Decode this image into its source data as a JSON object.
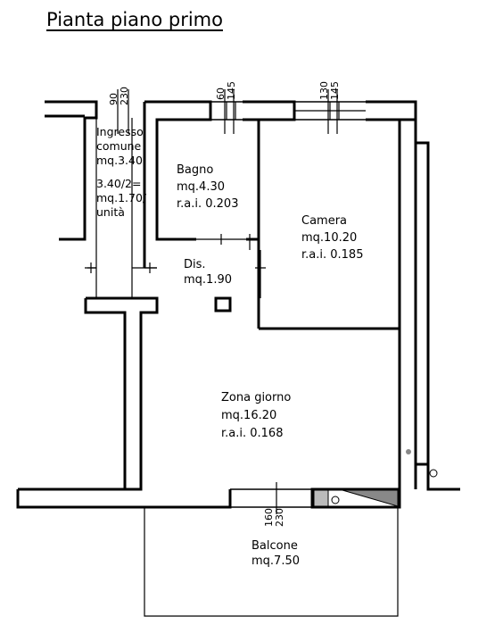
{
  "title": "Pianta piano primo",
  "rooms": {
    "ingresso": {
      "lines": [
        "Ingresso",
        "comune",
        "mq.3.40",
        "3.40/2=",
        "mq.1.70/",
        "unità"
      ]
    },
    "bagno": {
      "name": "Bagno",
      "area": "mq.4.30",
      "rai": "r.a.i. 0.203"
    },
    "camera": {
      "name": "Camera",
      "area": "mq.10.20",
      "rai": "r.a.i. 0.185"
    },
    "dis": {
      "name": "Dis.",
      "area": "mq.1.90"
    },
    "zona_giorno": {
      "name": "Zona giorno",
      "area": "mq.16.20",
      "rai": "r.a.i. 0.168"
    },
    "balcone": {
      "name": "Balcone",
      "area": "mq.7.50"
    }
  },
  "dimensions": {
    "ingresso_window": [
      "90",
      "230"
    ],
    "bagno_window": [
      "60",
      "145"
    ],
    "camera_window": [
      "130",
      "145"
    ],
    "balcone_door": [
      "160",
      "230"
    ]
  },
  "colors": {
    "wall": "#000000",
    "hatch": "#888888",
    "background": "#ffffff"
  }
}
